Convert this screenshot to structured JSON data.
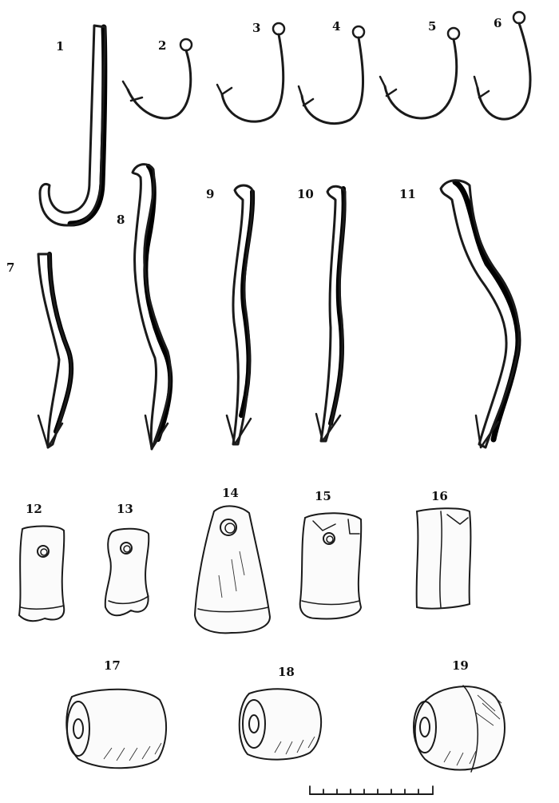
{
  "labels": {
    "n1": "1",
    "n2": "2",
    "n3": "3",
    "n4": "4",
    "n5": "5",
    "n6": "6",
    "n7": "7",
    "n8": "8",
    "n9": "9",
    "n10": "10",
    "n11": "11",
    "n12": "12",
    "n13": "13",
    "n14": "14",
    "n15": "15",
    "n16": "16",
    "n17": "17",
    "n18": "18",
    "n19": "19"
  },
  "colors": {
    "ink": "#1a1a1a",
    "paper": "#ffffff"
  }
}
